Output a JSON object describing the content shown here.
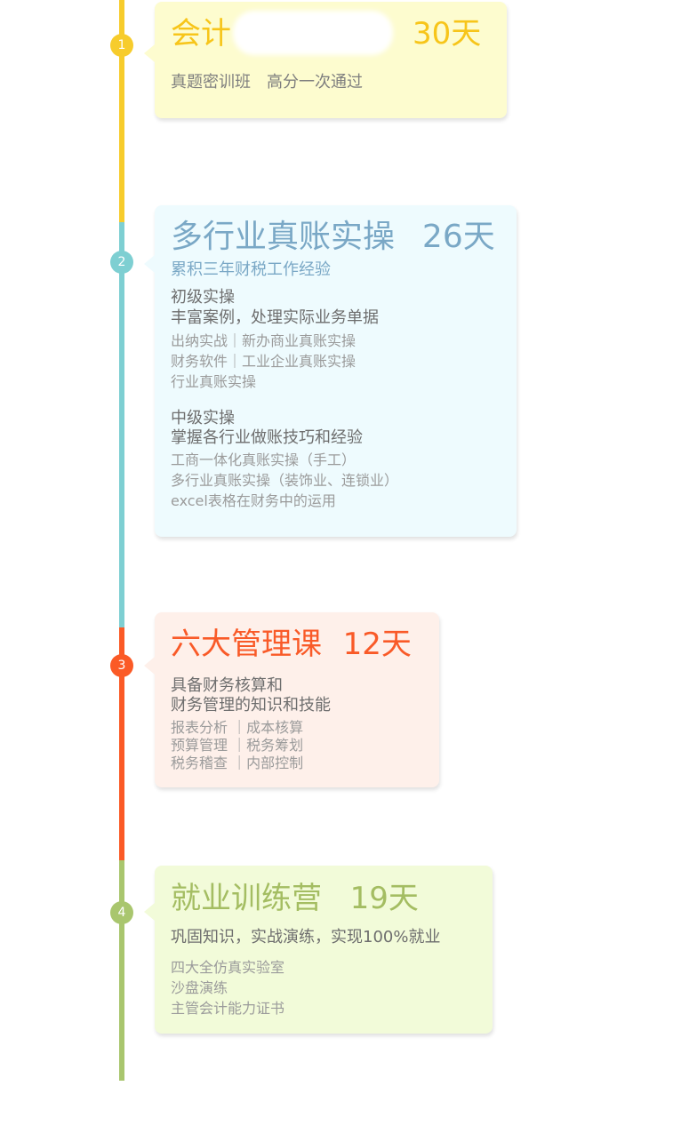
{
  "steps": [
    {
      "number": "1",
      "title_main": "会计",
      "title_days": "30天",
      "subtitle": "真题密训班　高分一次通过"
    },
    {
      "number": "2",
      "title_main": "多行业真账实操",
      "title_days": "26天",
      "subtitle": "累积三年财税工作经验",
      "sections": [
        {
          "heading": "初级实操",
          "summary": "丰富案例，处理实际业务单据",
          "items": [
            "出纳实战｜新办商业真账实操",
            "财务软件｜工业企业真账实操",
            "行业真账实操"
          ]
        },
        {
          "heading": "中级实操",
          "summary": "掌握各行业做账技巧和经验",
          "items": [
            "工商一体化真账实操（手工）",
            "多行业真账实操（装饰业、连锁业）",
            "excel表格在财务中的运用"
          ]
        }
      ]
    },
    {
      "number": "3",
      "title_main": "六大管理课",
      "title_days": "12天",
      "subtitle_lines": [
        "具备财务核算和",
        "财务管理的知识和技能"
      ],
      "items": [
        "报表分析 ｜成本核算",
        "预算管理 ｜税务筹划",
        "税务稽查 ｜内部控制"
      ]
    },
    {
      "number": "4",
      "title_main": "就业训练营",
      "title_days": "19天",
      "subtitle": "巩固知识，实战演练，实现100%就业",
      "items": [
        "四大全仿真实验室",
        "沙盘演练",
        "主管会计能力证书"
      ]
    }
  ],
  "colors": {
    "step1": "#f7cc2c",
    "step2": "#7ecfd2",
    "step3": "#fb5a26",
    "step4": "#a9c66e"
  }
}
